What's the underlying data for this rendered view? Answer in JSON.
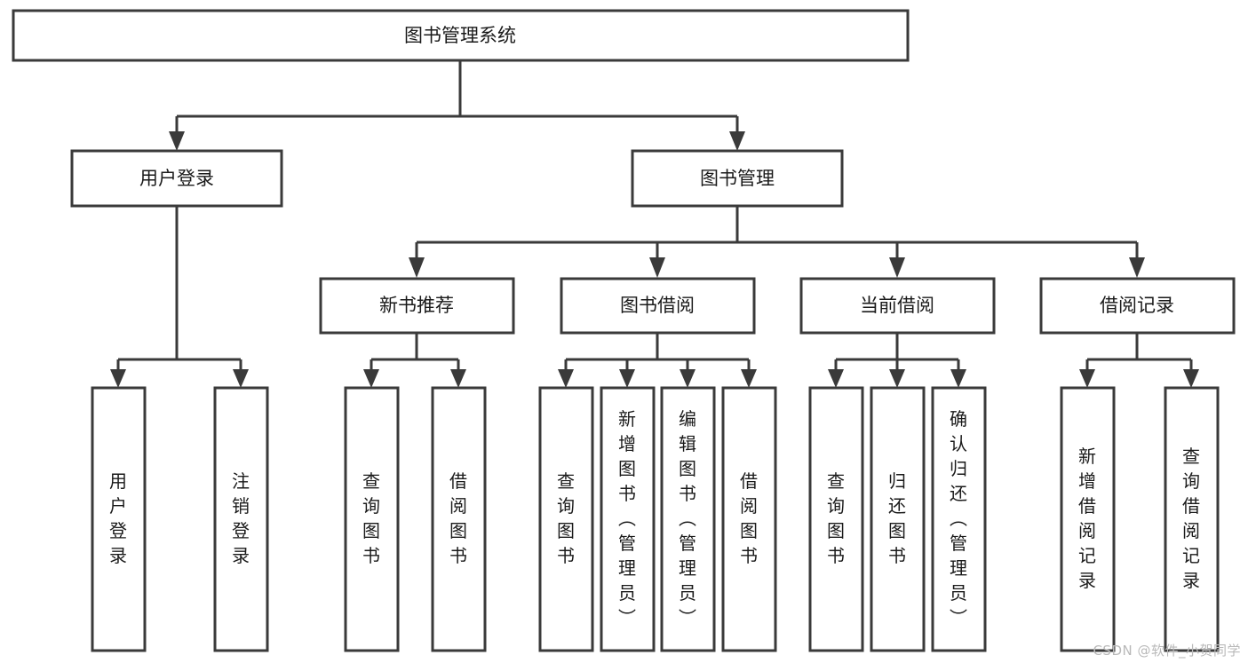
{
  "diagram": {
    "type": "tree",
    "title": "图书管理系统",
    "orientation": "top-down",
    "levels": 4,
    "root": {
      "id": "root",
      "label": "图书管理系统"
    },
    "level2": [
      {
        "id": "user-login",
        "label": "用户登录"
      },
      {
        "id": "book-manage",
        "label": "图书管理"
      }
    ],
    "level3": [
      {
        "id": "new-book-rec",
        "label": "新书推荐",
        "parent": "book-manage"
      },
      {
        "id": "book-borrow",
        "label": "图书借阅",
        "parent": "book-manage"
      },
      {
        "id": "current-borrow",
        "label": "当前借阅",
        "parent": "book-manage"
      },
      {
        "id": "borrow-record",
        "label": "借阅记录",
        "parent": "book-manage"
      }
    ],
    "leaves": [
      {
        "id": "leaf-user-login",
        "label": "用户登录",
        "parent": "user-login"
      },
      {
        "id": "leaf-user-logout",
        "label": "注销登录",
        "parent": "user-login"
      },
      {
        "id": "leaf-query-book-1",
        "label": "查询图书",
        "parent": "new-book-rec"
      },
      {
        "id": "leaf-borrow-book-1",
        "label": "借阅图书",
        "parent": "new-book-rec"
      },
      {
        "id": "leaf-query-book-2",
        "label": "查询图书",
        "parent": "book-borrow"
      },
      {
        "id": "leaf-add-book",
        "label": "新增图书（管理员）",
        "parent": "book-borrow"
      },
      {
        "id": "leaf-edit-book",
        "label": "编辑图书（管理员）",
        "parent": "book-borrow"
      },
      {
        "id": "leaf-borrow-book-2",
        "label": "借阅图书",
        "parent": "book-borrow"
      },
      {
        "id": "leaf-query-book-3",
        "label": "查询图书",
        "parent": "current-borrow"
      },
      {
        "id": "leaf-return-book",
        "label": "归还图书",
        "parent": "current-borrow"
      },
      {
        "id": "leaf-confirm-return",
        "label": "确认归还（管理员）",
        "parent": "current-borrow"
      },
      {
        "id": "leaf-add-record",
        "label": "新增借阅记录",
        "parent": "borrow-record"
      },
      {
        "id": "leaf-query-record",
        "label": "查询借阅记录",
        "parent": "borrow-record"
      }
    ],
    "colors": {
      "box_fill": "#ffffff",
      "box_stroke": "#3a3a3a",
      "connector": "#3a3a3a",
      "label": "#1a1a1a",
      "background": "#ffffff",
      "watermark": "#b9b9b9"
    }
  },
  "watermark": {
    "text": "CSDN @软件_小贺同学"
  }
}
